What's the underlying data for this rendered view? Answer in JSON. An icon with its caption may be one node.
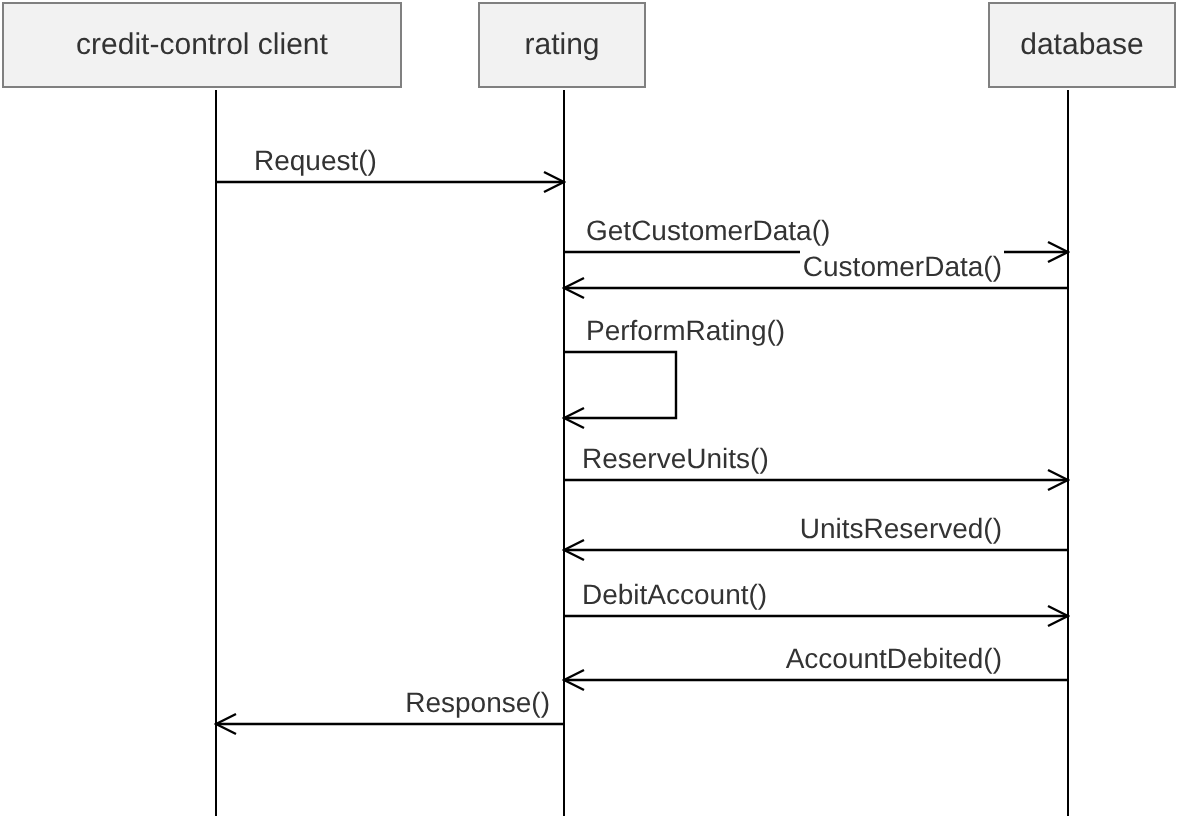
{
  "diagram": {
    "nodes": [
      {
        "text": [
          "credit-control client"
        ]
      },
      {
        "text": [
          "rating"
        ]
      },
      {
        "text": [
          "database"
        ]
      }
    ],
    "edges": [
      {
        "from": 0,
        "to": 1,
        "arrow": "to",
        "label": "Request()"
      },
      {
        "from": 1,
        "to": 2,
        "arrow": "to",
        "label": "GetCustomerData()"
      },
      {
        "from": 2,
        "to": 1,
        "arrow": "to",
        "label": "CustomerData()"
      },
      {
        "from": 1,
        "to": 1,
        "arrow": "to",
        "label": "PerformRating()"
      },
      {
        "from": 1,
        "to": 2,
        "arrow": "to",
        "label": "ReserveUnits()"
      },
      {
        "from": 2,
        "to": 1,
        "arrow": "to",
        "label": "UnitsReserved()"
      },
      {
        "from": 1,
        "to": 2,
        "arrow": "to",
        "label": "DebitAccount()"
      },
      {
        "from": 2,
        "to": 1,
        "arrow": "to",
        "label": "AccountDebited()"
      },
      {
        "from": 1,
        "to": 0,
        "arrow": "to",
        "label": "Response()"
      }
    ]
  }
}
